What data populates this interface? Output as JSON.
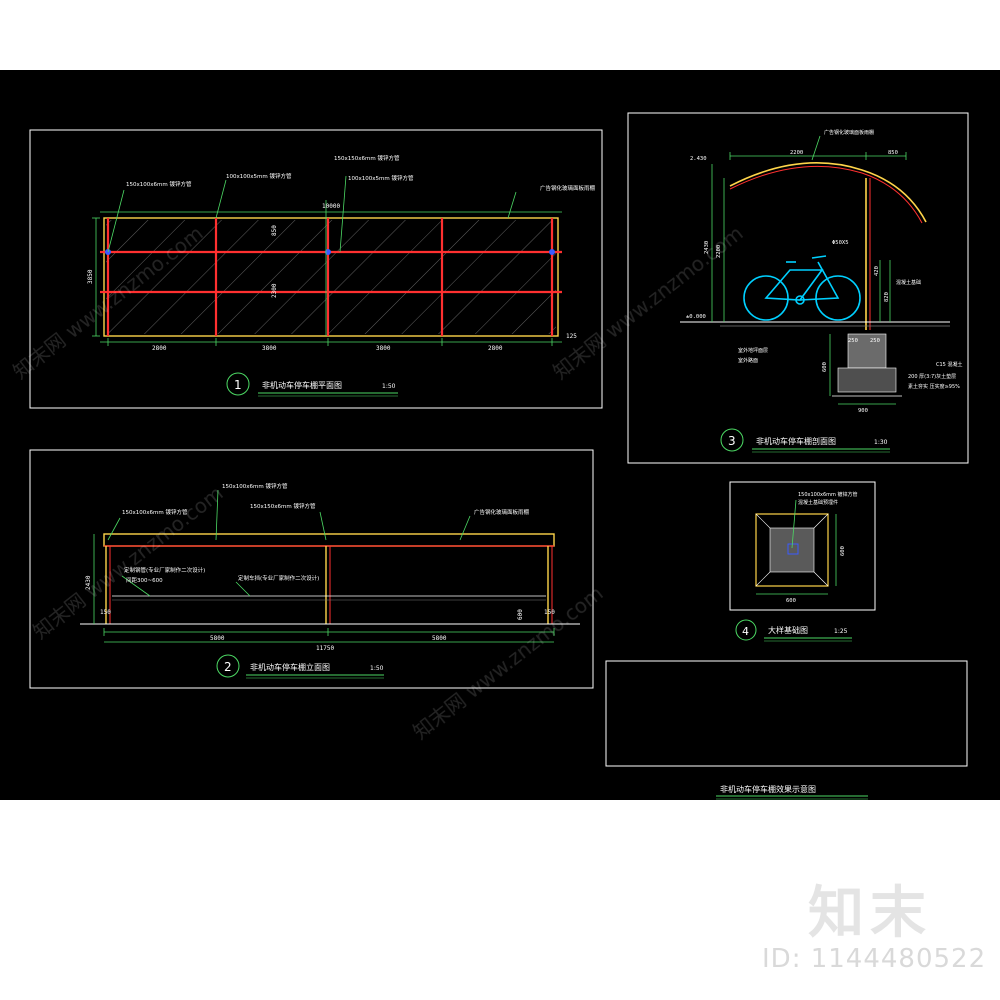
{
  "drawing": {
    "colors": {
      "background": "#000000",
      "frame": "#ffffff",
      "beam": "#ff3030",
      "roof_edge": "#ffd54a",
      "dimension": "#4cd964",
      "glass_hatch": "#8a8a8a",
      "bicycle": "#00d0ff",
      "note_text": "#ffffff"
    },
    "plan": {
      "number": "1",
      "title": "非机动车停车棚平面图",
      "scale": "1:50",
      "dims_bottom": [
        "2800",
        "3800",
        "3800",
        "2800"
      ],
      "dim_end": "125",
      "dim_left_total": "3850",
      "dim_inner_1": "850",
      "dim_inner_2": "2300",
      "dim_top": "10000",
      "notes": [
        "150x100x6mm 镀锌方管",
        "100x100x5mm 镀锌方管",
        "150x150x6mm 镀锌方管",
        "100x100x5mm 镀锌方管",
        "广告钢化玻璃面板雨棚"
      ]
    },
    "elevation": {
      "number": "2",
      "title": "非机动车停车棚立面图",
      "scale": "1:50",
      "dims_bottom": [
        "5800",
        "5800"
      ],
      "dim_total": "11750",
      "dim_left": "2430",
      "dim_foot_l": "150",
      "dim_foot_r": "150",
      "dim_base": "600",
      "notes": [
        "150x100x6mm 镀锌方管",
        "150x100x6mm 镀锌方管",
        "150x150x6mm 镀锌方管",
        "广告钢化玻璃面板雨棚",
        "定制钢管(专业厂家制作二次设计)",
        "间距300~600",
        "定制车挡(专业厂家制作二次设计)"
      ]
    },
    "section": {
      "number": "3",
      "title": "非机动车停车棚剖面图",
      "scale": "1:30",
      "dims_top": [
        "2200",
        "850"
      ],
      "level_top": "2.430",
      "level_ground": "±0.000",
      "dim_height": "2430",
      "dim_post": "2200",
      "dim_tube": "Φ50X5",
      "dims_side": [
        "420",
        "820"
      ],
      "dims_base": [
        "250",
        "250"
      ],
      "dim_foot_w": "900",
      "dim_foot_h": "600",
      "notes": [
        "广告钢化玻璃面板雨棚",
        "C15 混凝土",
        "200 厚(3:7)灰土垫层",
        "素土夯实 压实度≥95%",
        "混凝土基础",
        "室外地坪面层",
        "室外路面"
      ]
    },
    "foundation": {
      "number": "4",
      "title": "大样基础图",
      "scale": "1:25",
      "dim_w": "600",
      "dim_h": "600",
      "notes": [
        "150x100x6mm 镀锌方管",
        "混凝土基础预埋件"
      ]
    },
    "render": {
      "title": "非机动车停车棚效果示意图"
    }
  },
  "watermark": {
    "brand": "知末",
    "id": "ID: 1144480522",
    "diagonal": "知末网 www.znzmo.com"
  }
}
